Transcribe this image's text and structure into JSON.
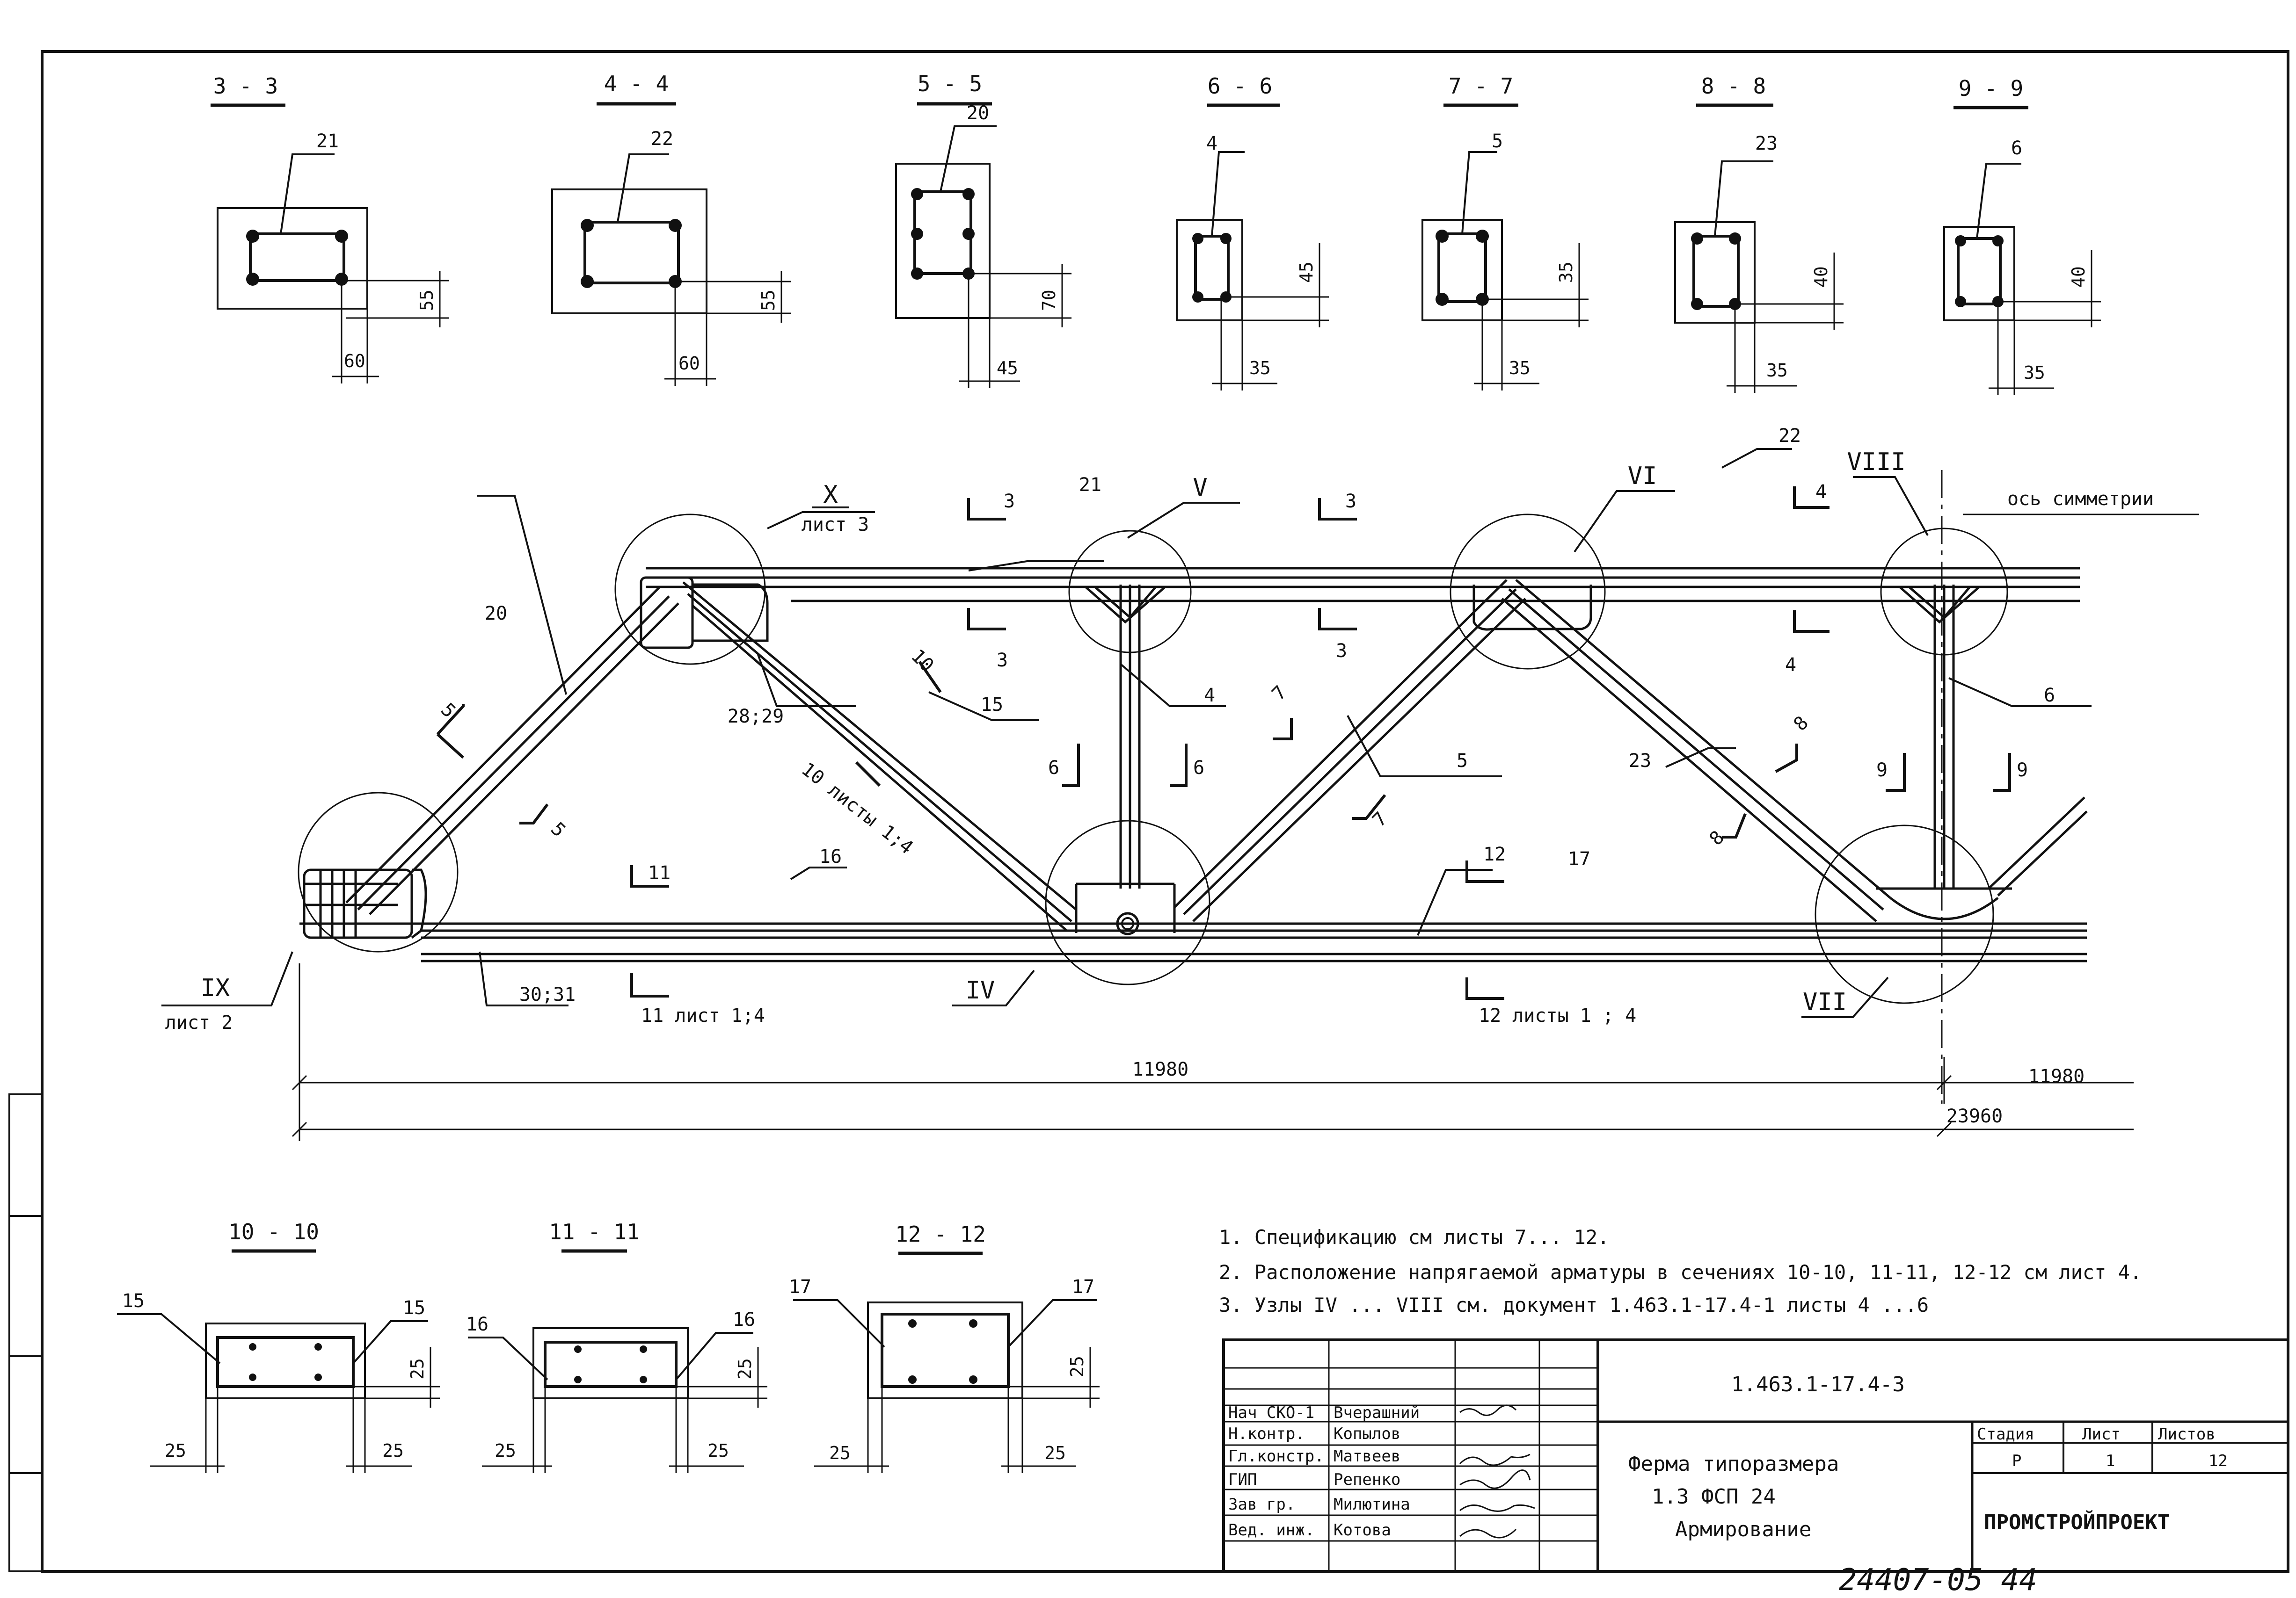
{
  "sections_top": [
    {
      "title": "3 - 3",
      "bar": "21",
      "dim_v": "55",
      "dim_h": "60"
    },
    {
      "title": "4 - 4",
      "bar": "22",
      "dim_v": "55",
      "dim_h": "60"
    },
    {
      "title": "5 - 5",
      "bar": "20",
      "dim_v": "70",
      "dim_h": "45"
    },
    {
      "title": "6 - 6",
      "bar": "4",
      "dim_v": "45",
      "dim_h": "35"
    },
    {
      "title": "7 - 7",
      "bar": "5",
      "dim_v": "35",
      "dim_h": "35"
    },
    {
      "title": "8 - 8",
      "bar": "23",
      "dim_v": "40",
      "dim_h": "35"
    },
    {
      "title": "9 - 9",
      "bar": "6",
      "dim_v": "40",
      "dim_h": "35"
    }
  ],
  "truss": {
    "node_labels": {
      "X": "X",
      "X_sheet": "лист 3",
      "V": "V",
      "VI": "VI",
      "VIII": "VIII",
      "IX": "IX",
      "IX_sheet": "лист 2",
      "IV": "IV",
      "VII": "VII"
    },
    "axis_label": "ось симметрии",
    "bar_labels": {
      "b21": "21",
      "b22": "22",
      "b20": "20",
      "b15": "15",
      "b4": "4",
      "b5": "5",
      "b23": "23",
      "b6": "6",
      "b16": "16",
      "b17": "17",
      "b28": "28;29",
      "b30": "30;31"
    },
    "cut_labels": {
      "c3a": "3",
      "c3b": "3",
      "c3c": "3",
      "c3d": "3",
      "c4a": "4",
      "c4b": "4",
      "c5a": "5",
      "c5b": "5",
      "c6a": "6",
      "c6b": "6",
      "c7a": "7",
      "c7b": "7",
      "c8a": "8",
      "c8b": "8",
      "c9a": "9",
      "c9b": "9",
      "c10a": "10",
      "c10b": "10 листы 1;4",
      "c11a": "11",
      "c11b": "11 лист 1;4",
      "c12a": "12",
      "c12b": "12 листы 1 ; 4"
    },
    "dims": {
      "half_left": "11980",
      "half_right": "11980",
      "total": "23960"
    }
  },
  "sections_bottom": [
    {
      "title": "10 - 10",
      "bar_l": "15",
      "bar_r": "15",
      "dim_v": "25",
      "dim_l": "25",
      "dim_r": "25"
    },
    {
      "title": "11 - 11",
      "bar_l": "16",
      "bar_r": "16",
      "dim_v": "25",
      "dim_l": "25",
      "dim_r": "25"
    },
    {
      "title": "12 - 12",
      "bar_l": "17",
      "bar_r": "17",
      "dim_v": "25",
      "dim_l": "25",
      "dim_r": "25"
    }
  ],
  "notes": [
    "1. Спецификацию см листы 7... 12.",
    "2. Расположение напрягаемой арматуры в сечениях 10-10, 11-11, 12-12 см лист 4.",
    "3. Узлы IV ... VIII см. документ 1.463.1-17.4-1 листы 4 ...6"
  ],
  "title_block": {
    "doc_code": "1.463.1-17.4-3",
    "roles": [
      {
        "role": "Нач СКО-1",
        "name": "Вчерашний"
      },
      {
        "role": "Н.контр.",
        "name": "Копылов"
      },
      {
        "role": "Гл.констр.",
        "name": "Матвеев"
      },
      {
        "role": "ГИП",
        "name": "Репенко"
      },
      {
        "role": "Зав гр.",
        "name": "Милютина"
      },
      {
        "role": "Вед. инж.",
        "name": "Котова"
      }
    ],
    "title_lines": [
      "Ферма типоразмера",
      "1.3 ФСП 24",
      "Армирование"
    ],
    "stage_h": "Стадия",
    "sheet_h": "Лист",
    "sheets_h": "Листов",
    "stage": "Р",
    "sheet": "1",
    "sheets": "12",
    "org": "ПРОМСТРОЙПРОЕКТ"
  },
  "stamp": "24407-05   44"
}
